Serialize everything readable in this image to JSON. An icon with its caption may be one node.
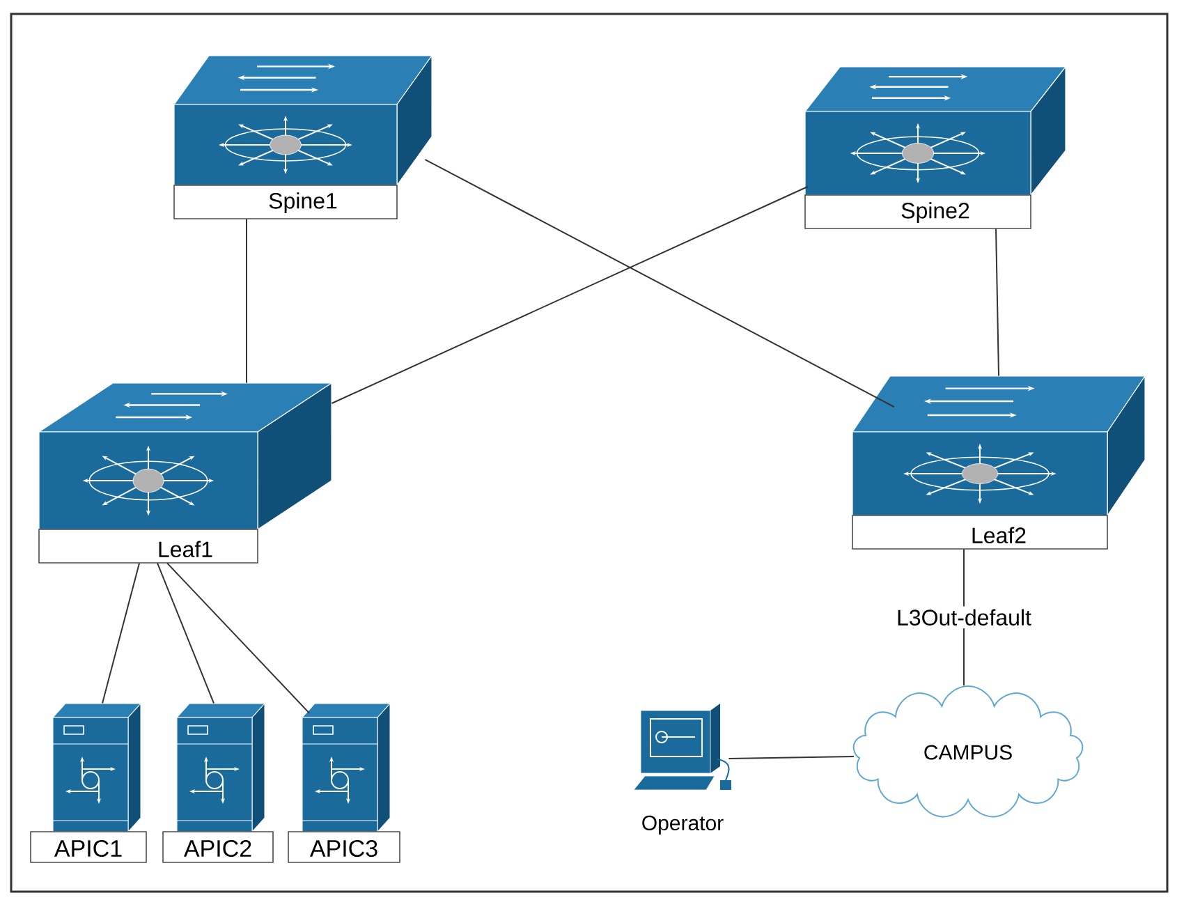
{
  "diagram": {
    "nodes": [
      {
        "text": [
          "Spine1"
        ]
      },
      {
        "text": [
          "Spine2"
        ]
      },
      {
        "text": [
          "Leaf1"
        ]
      },
      {
        "text": [
          "Leaf2"
        ]
      },
      {
        "text": [
          "APIC1"
        ]
      },
      {
        "text": [
          "APIC2"
        ]
      },
      {
        "text": [
          "APIC3"
        ]
      },
      {
        "text": [
          "Operator"
        ]
      },
      {
        "text": [
          "CAMPUS"
        ]
      }
    ],
    "edges": [
      {
        "from": 0,
        "to": 2,
        "arrow": "none"
      },
      {
        "from": 0,
        "to": 3,
        "arrow": "none"
      },
      {
        "from": 1,
        "to": 2,
        "arrow": "none"
      },
      {
        "from": 1,
        "to": 3,
        "arrow": "none"
      },
      {
        "from": 2,
        "to": 4,
        "arrow": "none"
      },
      {
        "from": 2,
        "to": 5,
        "arrow": "none"
      },
      {
        "from": 2,
        "to": 6,
        "arrow": "none"
      },
      {
        "from": 3,
        "to": 8,
        "arrow": "none",
        "label": "L3Out-default"
      },
      {
        "from": 7,
        "to": 8,
        "arrow": "none"
      }
    ]
  }
}
